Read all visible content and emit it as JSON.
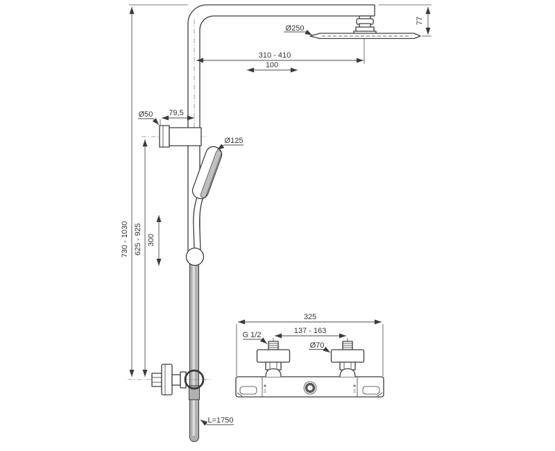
{
  "labels": {
    "head_diameter": "Ø250",
    "head_height": "77",
    "head_reach": "310 - 410",
    "head_travel": "100",
    "elbow_diameter": "Ø50",
    "elbow_offset": "79,5",
    "handspray_diameter": "Ø125",
    "column_height": "730 - 1030",
    "rail_height": "625 - 925",
    "slider_travel": "300",
    "hose_length": "L=1750",
    "mixer_width": "325",
    "inlet_spacing": "137 - 163",
    "inlet_thread": "G 1/2",
    "escutcheon_diameter": "Ø70"
  },
  "colors": {
    "line": "#3a3a3a",
    "dimension": "#4a4a4a",
    "hose_fill": "#b0b0b0",
    "background": "#ffffff"
  }
}
